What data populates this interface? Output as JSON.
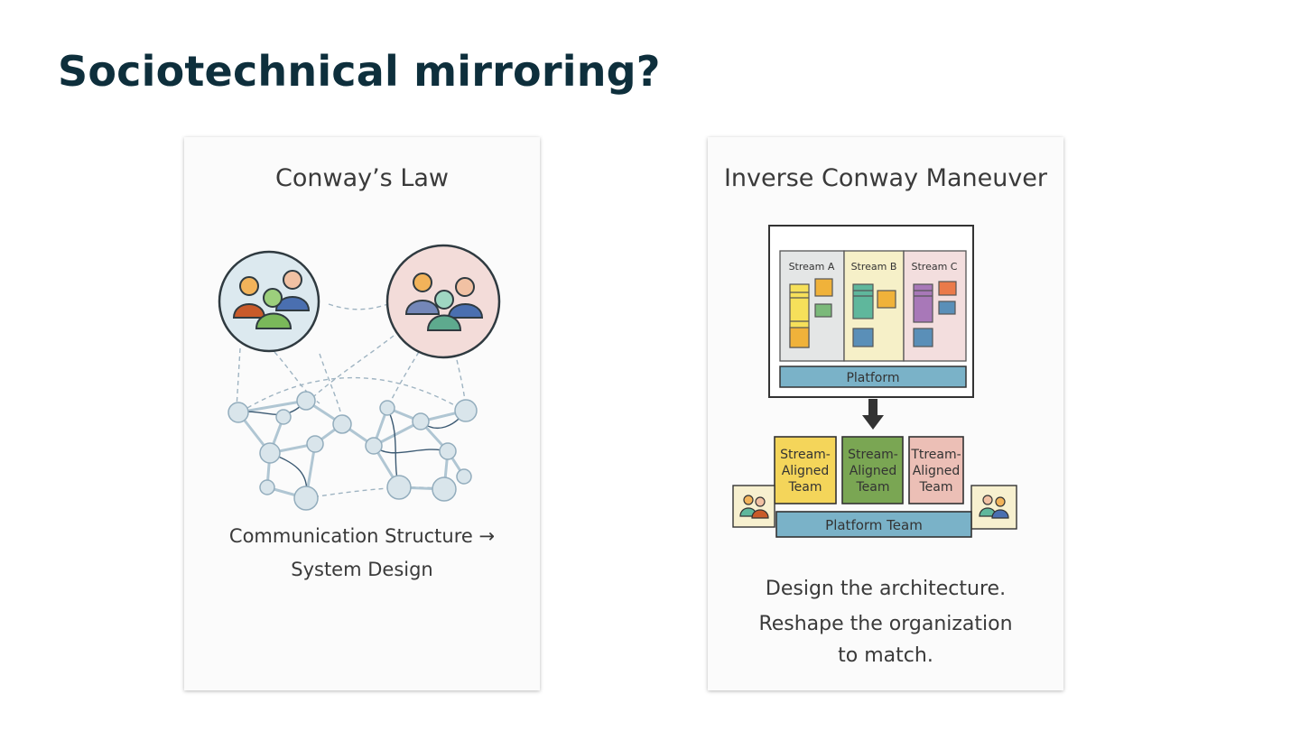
{
  "slide": {
    "title": "Sociotechnical mirroring?"
  },
  "left_card": {
    "title": "Conway’s Law",
    "caption_line1": "Communication Structure →",
    "caption_line2": "System Design"
  },
  "right_card": {
    "title": "Inverse Conway Maneuver",
    "streams": [
      "Stream A",
      "Stream B",
      "Stream C"
    ],
    "platform_label": "Platform",
    "teams": [
      [
        "Stream-",
        "Aligned",
        "Team"
      ],
      [
        "Stream-",
        "Aligned",
        "Team"
      ],
      [
        "Ttream-",
        "Aligned",
        "Team"
      ]
    ],
    "platform_team_label": "Platform Team",
    "caption_line1": "Design the architecture.",
    "caption_line2": "Reshape the organization",
    "caption_line3": "to match."
  },
  "colors": {
    "title": "#0e2f3c",
    "team_circle_left": "#dce9ef",
    "team_circle_right": "#f3dcd9",
    "stream_a": "#e4e6e6",
    "stream_b": "#f6f0c8",
    "stream_c": "#f3dede",
    "platform": "#7ab2c8",
    "team_yellow": "#f4d55a",
    "team_green": "#7aa653",
    "team_pink": "#ecbfb6"
  }
}
